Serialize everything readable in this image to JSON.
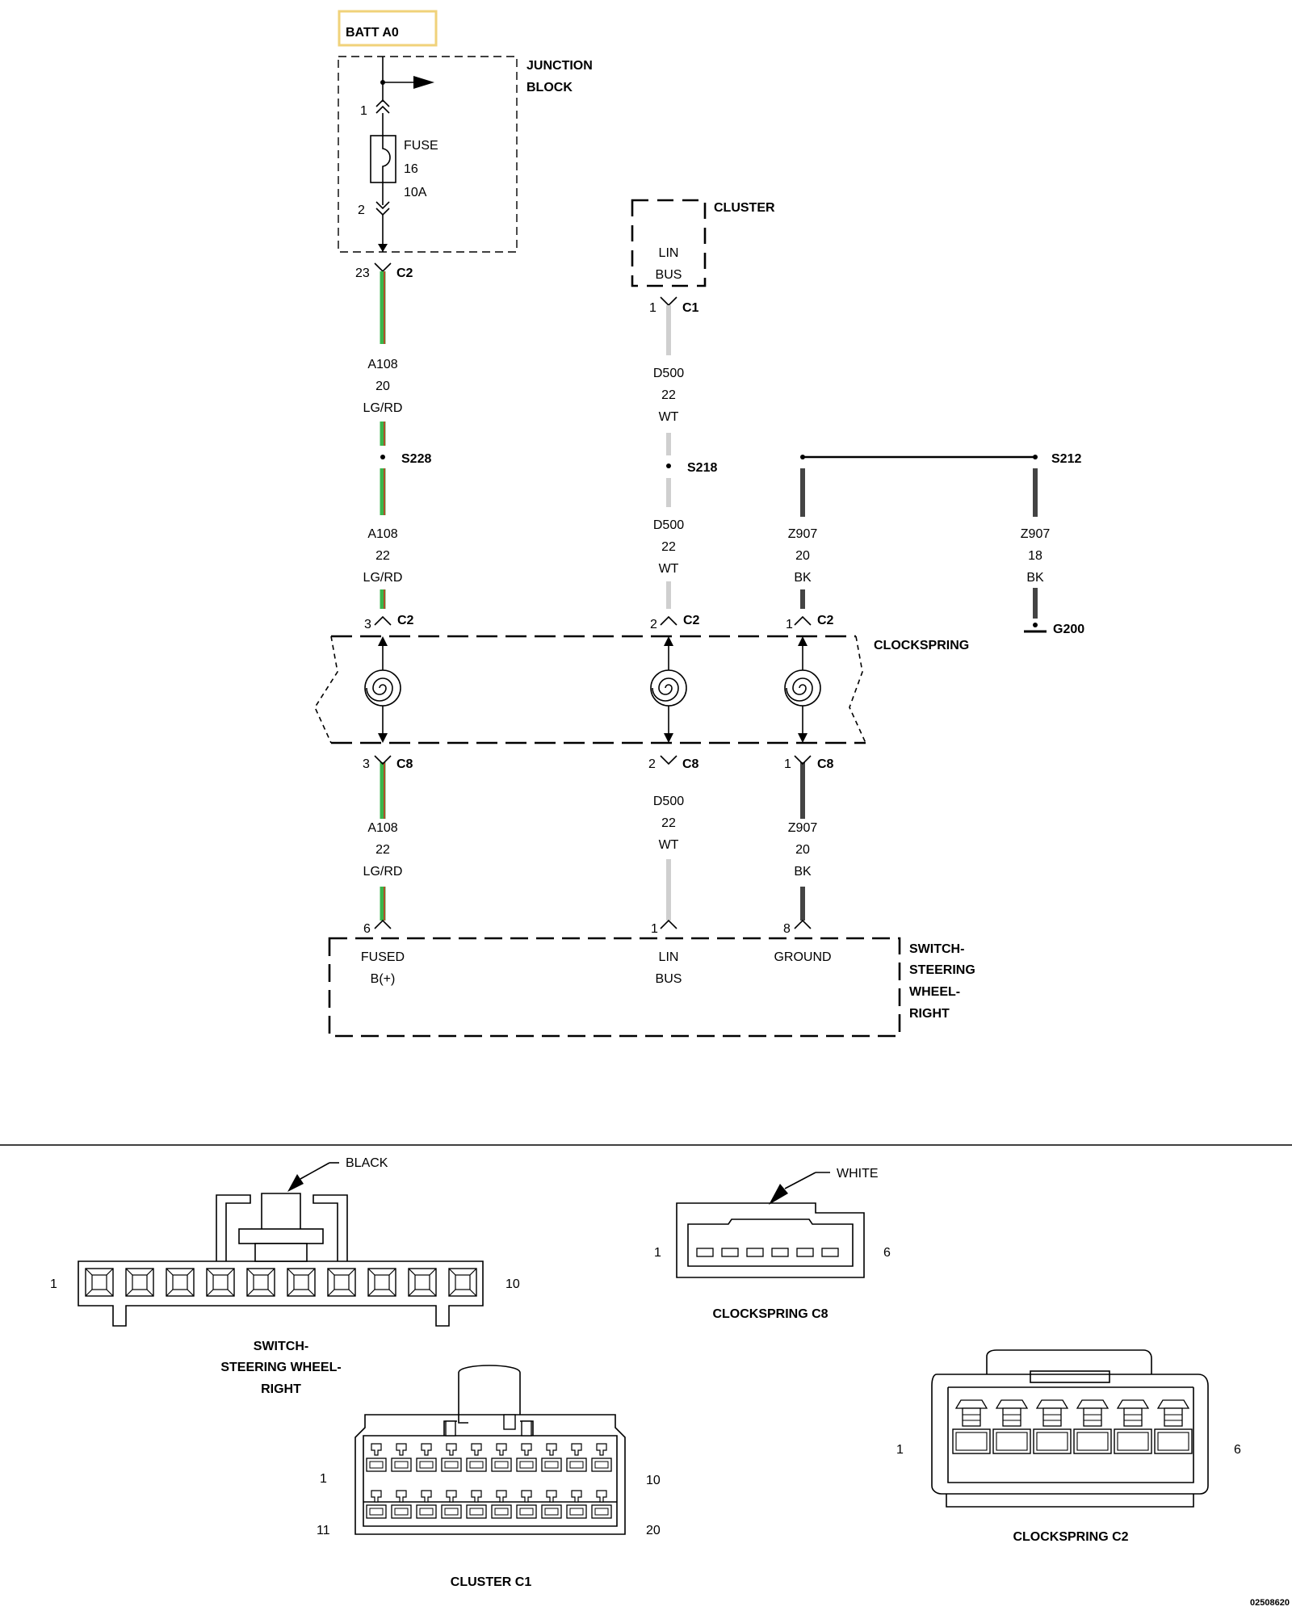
{
  "colors": {
    "lg_rd": "#39b54a",
    "lg_rd_stripe": "#d62a20",
    "wt": "#cfcfcf",
    "bk": "#444444",
    "batt_border": "#f0d27a"
  },
  "power": {
    "batt": "BATT A0"
  },
  "junction_block": {
    "title_line1": "JUNCTION",
    "title_line2": "BLOCK",
    "fuse_label": "FUSE",
    "fuse_number": "16",
    "fuse_rating": "10A",
    "pin_top": "1",
    "pin_bottom": "2"
  },
  "cluster": {
    "title": "CLUSTER",
    "lin_line1": "LIN",
    "lin_line2": "BUS",
    "pin": "1",
    "connector": "C1"
  },
  "wires": {
    "a108_top": {
      "circuit": "A108",
      "gauge": "20",
      "color": "LG/RD",
      "pin": "23",
      "connector": "C2"
    },
    "a108_mid": {
      "circuit": "A108",
      "gauge": "22",
      "color": "LG/RD"
    },
    "a108_bot": {
      "circuit": "A108",
      "gauge": "22",
      "color": "LG/RD"
    },
    "d500_top": {
      "circuit": "D500",
      "gauge": "22",
      "color": "WT"
    },
    "d500_mid": {
      "circuit": "D500",
      "gauge": "22",
      "color": "WT"
    },
    "d500_bot": {
      "circuit": "D500",
      "gauge": "22",
      "color": "WT"
    },
    "z907_mid": {
      "circuit": "Z907",
      "gauge": "20",
      "color": "BK"
    },
    "z907_right": {
      "circuit": "Z907",
      "gauge": "18",
      "color": "BK"
    },
    "z907_bot": {
      "circuit": "Z907",
      "gauge": "20",
      "color": "BK"
    }
  },
  "splices": {
    "s228": "S228",
    "s218": "S218",
    "s212": "S212"
  },
  "ground": {
    "label": "G200"
  },
  "clockspring": {
    "title": "CLOCKSPRING",
    "c2": {
      "connector": "C2",
      "pin_a108": "3",
      "pin_d500": "2",
      "pin_z907": "1"
    },
    "c8": {
      "connector": "C8",
      "pin_a108": "3",
      "pin_d500": "2",
      "pin_z907": "1"
    }
  },
  "switch": {
    "title_line1": "SWITCH-",
    "title_line2": "STEERING",
    "title_line3": "WHEEL-",
    "title_line4": "RIGHT",
    "pin_fused": "6",
    "pin_lin": "1",
    "pin_ground": "8",
    "fused_line1": "FUSED",
    "fused_line2": "B(+)",
    "lin_line1": "LIN",
    "lin_line2": "BUS",
    "ground_label": "GROUND"
  },
  "connector_views": {
    "switch_view": {
      "callout": "BLACK",
      "pin_first": "1",
      "pin_last": "10",
      "title_line1": "SWITCH-",
      "title_line2": "STEERING WHEEL-",
      "title_line3": "RIGHT"
    },
    "clockspring_c8": {
      "callout": "WHITE",
      "pin_first": "1",
      "pin_last": "6",
      "title": "CLOCKSPRING C8"
    },
    "cluster_c1": {
      "pin_1": "1",
      "pin_10": "10",
      "pin_11": "11",
      "pin_20": "20",
      "title": "CLUSTER C1"
    },
    "clockspring_c2": {
      "pin_first": "1",
      "pin_last": "6",
      "title": "CLOCKSPRING C2"
    }
  },
  "figure_id": "02508620"
}
